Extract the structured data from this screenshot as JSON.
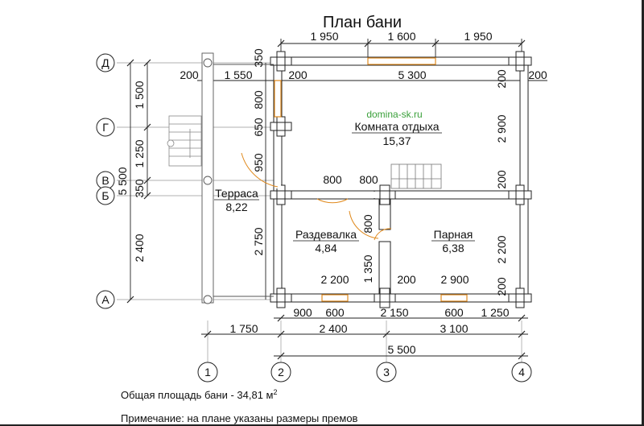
{
  "title": "План бани",
  "website": "domina-sk.ru",
  "rooms": [
    {
      "name": "Комната отдыха",
      "area": "15,37"
    },
    {
      "name": "Терраса",
      "area": "8,22"
    },
    {
      "name": "Раздевалка",
      "area": "4,84"
    },
    {
      "name": "Парная",
      "area": "6,38"
    }
  ],
  "axes": {
    "letters": [
      "Д",
      "Г",
      "В",
      "Б",
      "А"
    ],
    "numbers": [
      "1",
      "2",
      "3",
      "4"
    ]
  },
  "dims": {
    "top": [
      "1 950",
      "1 600",
      "1 950"
    ],
    "inner_top": [
      "200",
      "1 550",
      "200",
      "5 300",
      "200",
      "200"
    ],
    "left_outer": [
      "1 500",
      "1 250",
      "350",
      "2 400"
    ],
    "left_total": "5 500",
    "left_inner": [
      "350",
      "800",
      "650",
      "950",
      "2 750"
    ],
    "doors": [
      "800",
      "800",
      "800"
    ],
    "right_inner": [
      "2 900",
      "200",
      "2 200",
      "200"
    ],
    "mid": [
      "2 200",
      "1 350",
      "200",
      "2 900"
    ],
    "bottom_openings": [
      "900",
      "600",
      "2 150",
      "600",
      "1 250"
    ],
    "bottom_axes": [
      "1 750",
      "2 400",
      "3 100"
    ],
    "bottom_total": "5 500"
  },
  "footer": {
    "total_area_text": "Общая площадь бани - 34,81 м",
    "total_area_sup": "2",
    "note": "Примечание: на плане указаны размеры премов"
  }
}
